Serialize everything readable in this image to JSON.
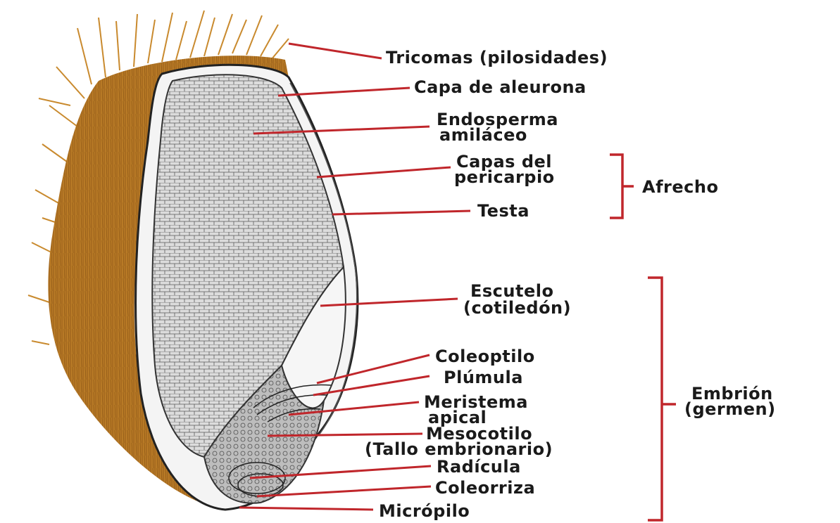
{
  "figure": {
    "labels": {
      "tricomas": "Tricomas (pilosidades)",
      "aleurona": "Capa de aleurona",
      "endosperma_1": "Endosperma",
      "endosperma_2": "amiláceo",
      "pericarpio_1": "Capas del",
      "pericarpio_2": "pericarpio",
      "testa": "Testa",
      "escutelo_1": "Escutelo",
      "escutelo_2": "(cotiledón)",
      "coleoptilo": "Coleoptilo",
      "plumula": "Plúmula",
      "meristema_1": "Meristema",
      "meristema_2": "apical",
      "mesocotilo_1": "Mesocotilo",
      "mesocotilo_2": "(Tallo embrionario)",
      "radicula": "Radícula",
      "coleorriza": "Coleorriza",
      "micropilo": "Micrópilo"
    },
    "groups": {
      "afrecho": "Afrecho",
      "embrion_1": "Embrión",
      "embrion_2": "(germen)"
    },
    "colors": {
      "leader_lines": "#c0262b",
      "hairs": "#c98a2e",
      "husk": "#a86a1d",
      "text": "#1a1a1a"
    }
  }
}
